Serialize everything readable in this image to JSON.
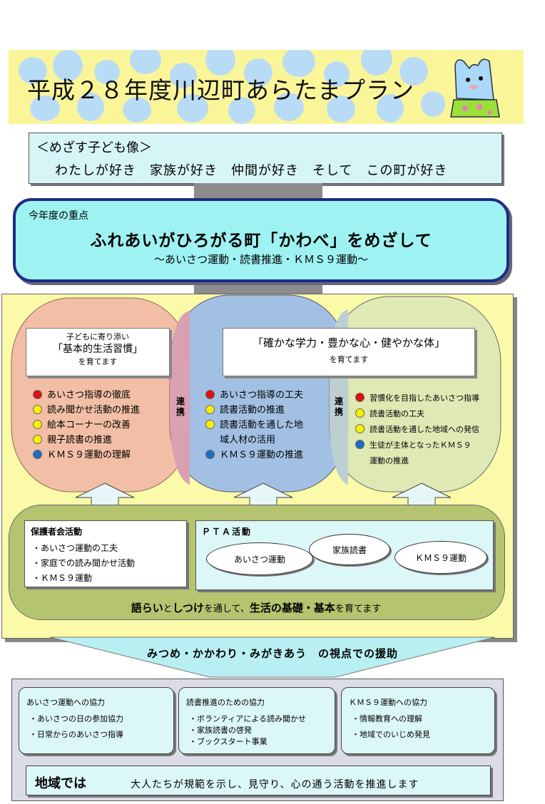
{
  "title": "平成２８年度川辺町あらたまプラン",
  "child_image": {
    "heading": "＜めざす子ども像＞",
    "line": "わたしが好き　家族が好き　仲間が好き　そして　この町が好き"
  },
  "focus": {
    "label": "今年度の重点",
    "main": "ふれあいがひろがる町「かわべ」をめざして",
    "sub": "～あいさつ運動・読書推進・ＫＭＳ９運動～"
  },
  "columns": [
    {
      "heading_top": "子どもに寄り添い",
      "heading_main": "「基本的生活習慣」",
      "heading_bottom": "を育てます",
      "items": [
        {
          "color": "red",
          "text": "あいさつ指導の徹底"
        },
        {
          "color": "yellow",
          "text": "読み聞かせ活動の推進"
        },
        {
          "color": "yellow",
          "text": "絵本コーナーの改善"
        },
        {
          "color": "yellow",
          "text": "親子読書の推進"
        },
        {
          "color": "blue",
          "text": "ＫＭＳ９運動の理解"
        }
      ]
    },
    {
      "heading_main": "「確かな学力・豊かな心・健やかな体」",
      "heading_bottom": "を育てます",
      "items": [
        {
          "color": "red",
          "text": "あいさつ指導の工夫"
        },
        {
          "color": "yellow",
          "text": "読書活動の推進"
        },
        {
          "color": "yellow",
          "text": "読書活動を通した地"
        },
        {
          "color": "none",
          "text": "域人材の活用"
        },
        {
          "color": "blue",
          "text": "ＫＭＳ９運動の推進"
        }
      ]
    },
    {
      "items": [
        {
          "color": "red",
          "text": "習慣化を目指したあいさつ指導"
        },
        {
          "color": "yellow",
          "text": "読書活動の工夫"
        },
        {
          "color": "yellow",
          "text": "読書活動を通した地域への発信"
        },
        {
          "color": "blue",
          "text": "生徒が主体となったＫＭＳ９"
        },
        {
          "color": "none",
          "text": "運動の推進"
        }
      ]
    }
  ],
  "renkei_label": "連携",
  "guardian": {
    "title": "保護者会活動",
    "items": [
      "・あいさつ運動の工夫",
      "・家庭での読み聞かせ活動",
      "・ＫＭＳ９運動"
    ]
  },
  "pta": {
    "title": "ＰＴＡ活動",
    "ovals": [
      "あいさつ運動",
      "家族読書",
      "ＫＭＳ９運動"
    ]
  },
  "bottom_caption": {
    "p1": "語らい",
    "p2": "と",
    "p3": "しつけ",
    "p4": "を通して、",
    "p5": "生活の基礎・基本",
    "p6": "を育てます"
  },
  "perspective": "みつめ・かかわり・みがきあう　の視点での援助",
  "community": {
    "cards": [
      {
        "title": "あいさつ運動への協力",
        "items": [
          "・あいさつの日の参加協力",
          "・日常からのあいさつ指導"
        ]
      },
      {
        "title": "読書推進のための協力",
        "items": [
          "・ボランティアによる読み聞かせ",
          "・家族読書の啓発",
          "・ブックスタート事業"
        ]
      },
      {
        "title": "ＫＭＳ９運動への協力",
        "items": [
          "・情報教育への理解",
          "・地域でのいじめ発見"
        ]
      }
    ],
    "lead": "地域では",
    "message": "大人たちが規範を示し、見守り、心の通う活動を推進します"
  },
  "colors": {
    "banner": "#fbf59a",
    "banner_dots": "#b9dcf6",
    "focus_fill": "#9ff2f2",
    "focus_border": "#1e2c86",
    "panel": "#fafaa8",
    "circle_left": "#f2bfa6",
    "circle_middle": "#9dbde6",
    "circle_right": "#dce8b4",
    "bottom_blob": "#b5c46f"
  }
}
